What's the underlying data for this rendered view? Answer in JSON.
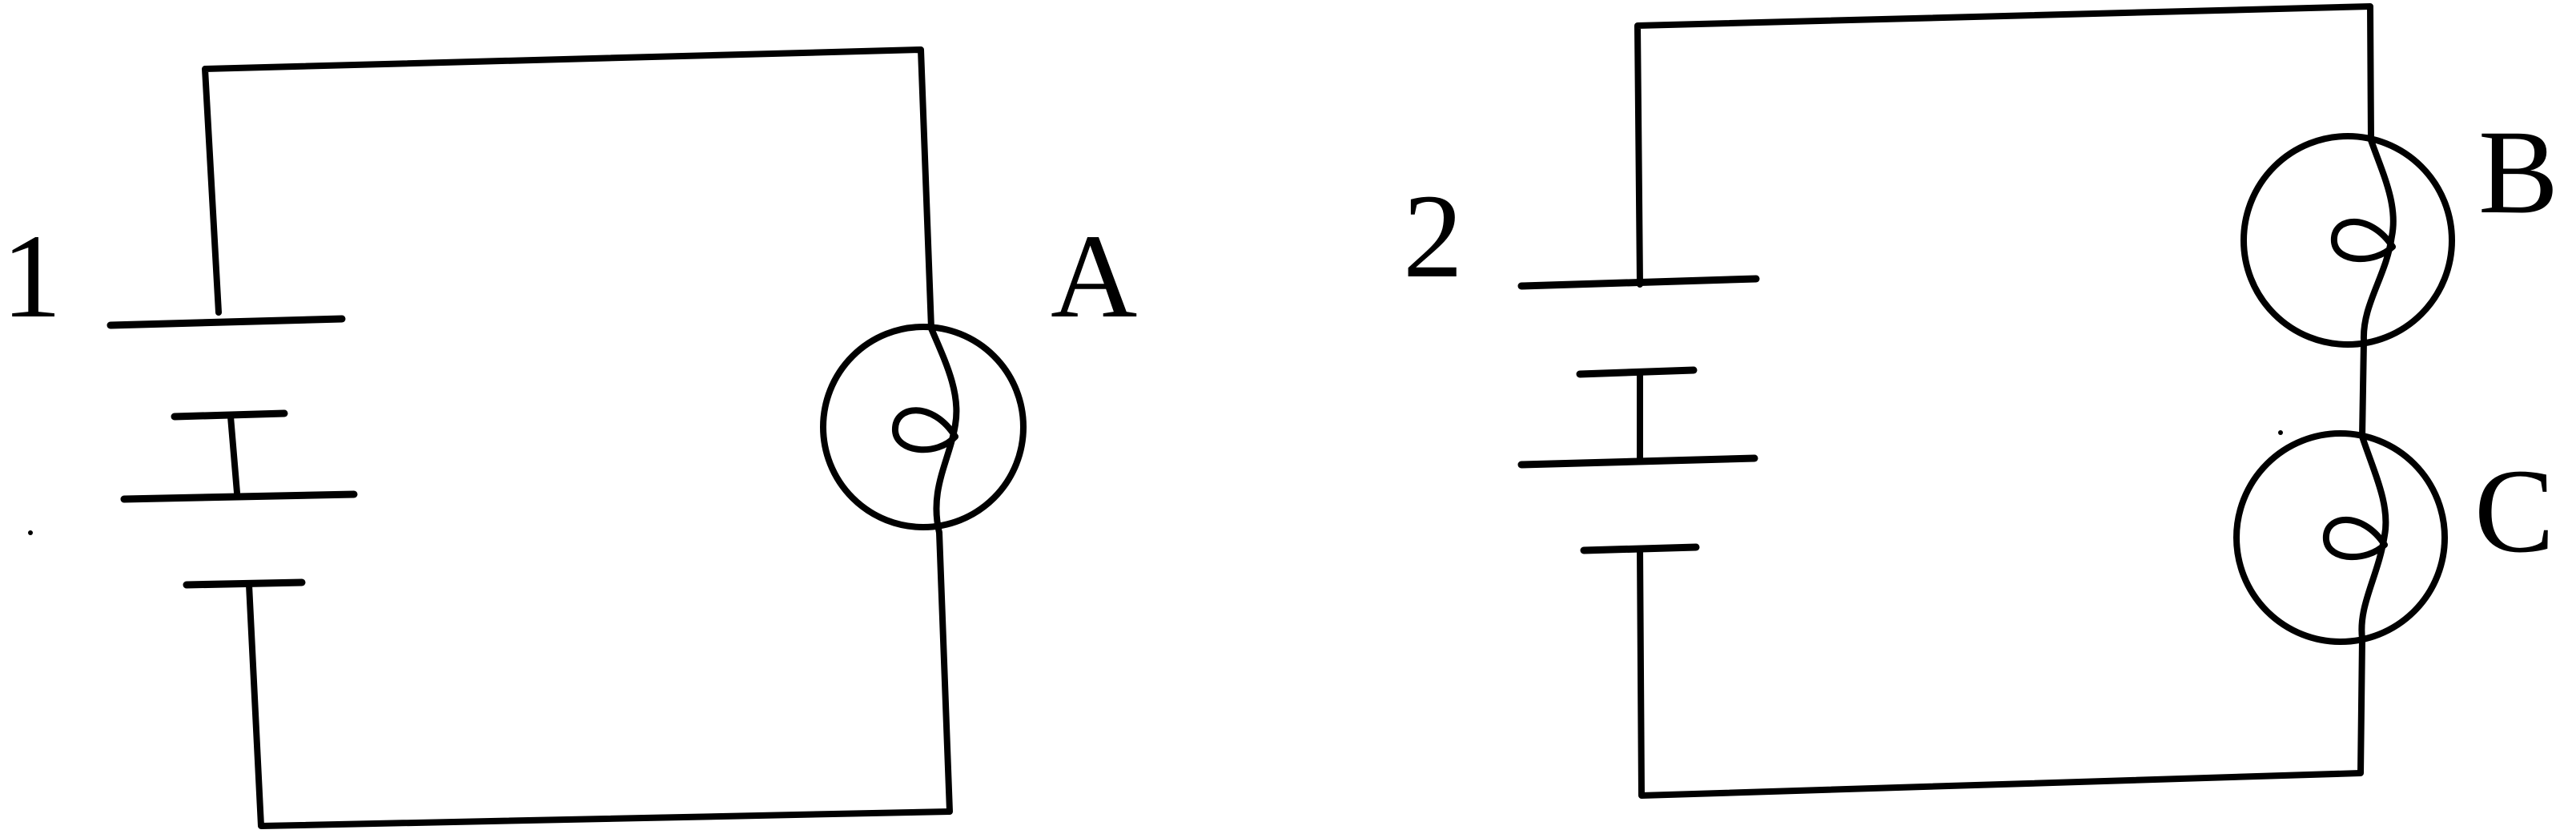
{
  "circuits": [
    {
      "label": "1",
      "battery_cells": 2,
      "bulbs": [
        {
          "label": "A"
        }
      ]
    },
    {
      "label": "2",
      "battery_cells": 2,
      "bulbs": [
        {
          "label": "B"
        },
        {
          "label": "C"
        }
      ]
    }
  ],
  "colors": {
    "ink": "#000000",
    "background": "#ffffff"
  }
}
